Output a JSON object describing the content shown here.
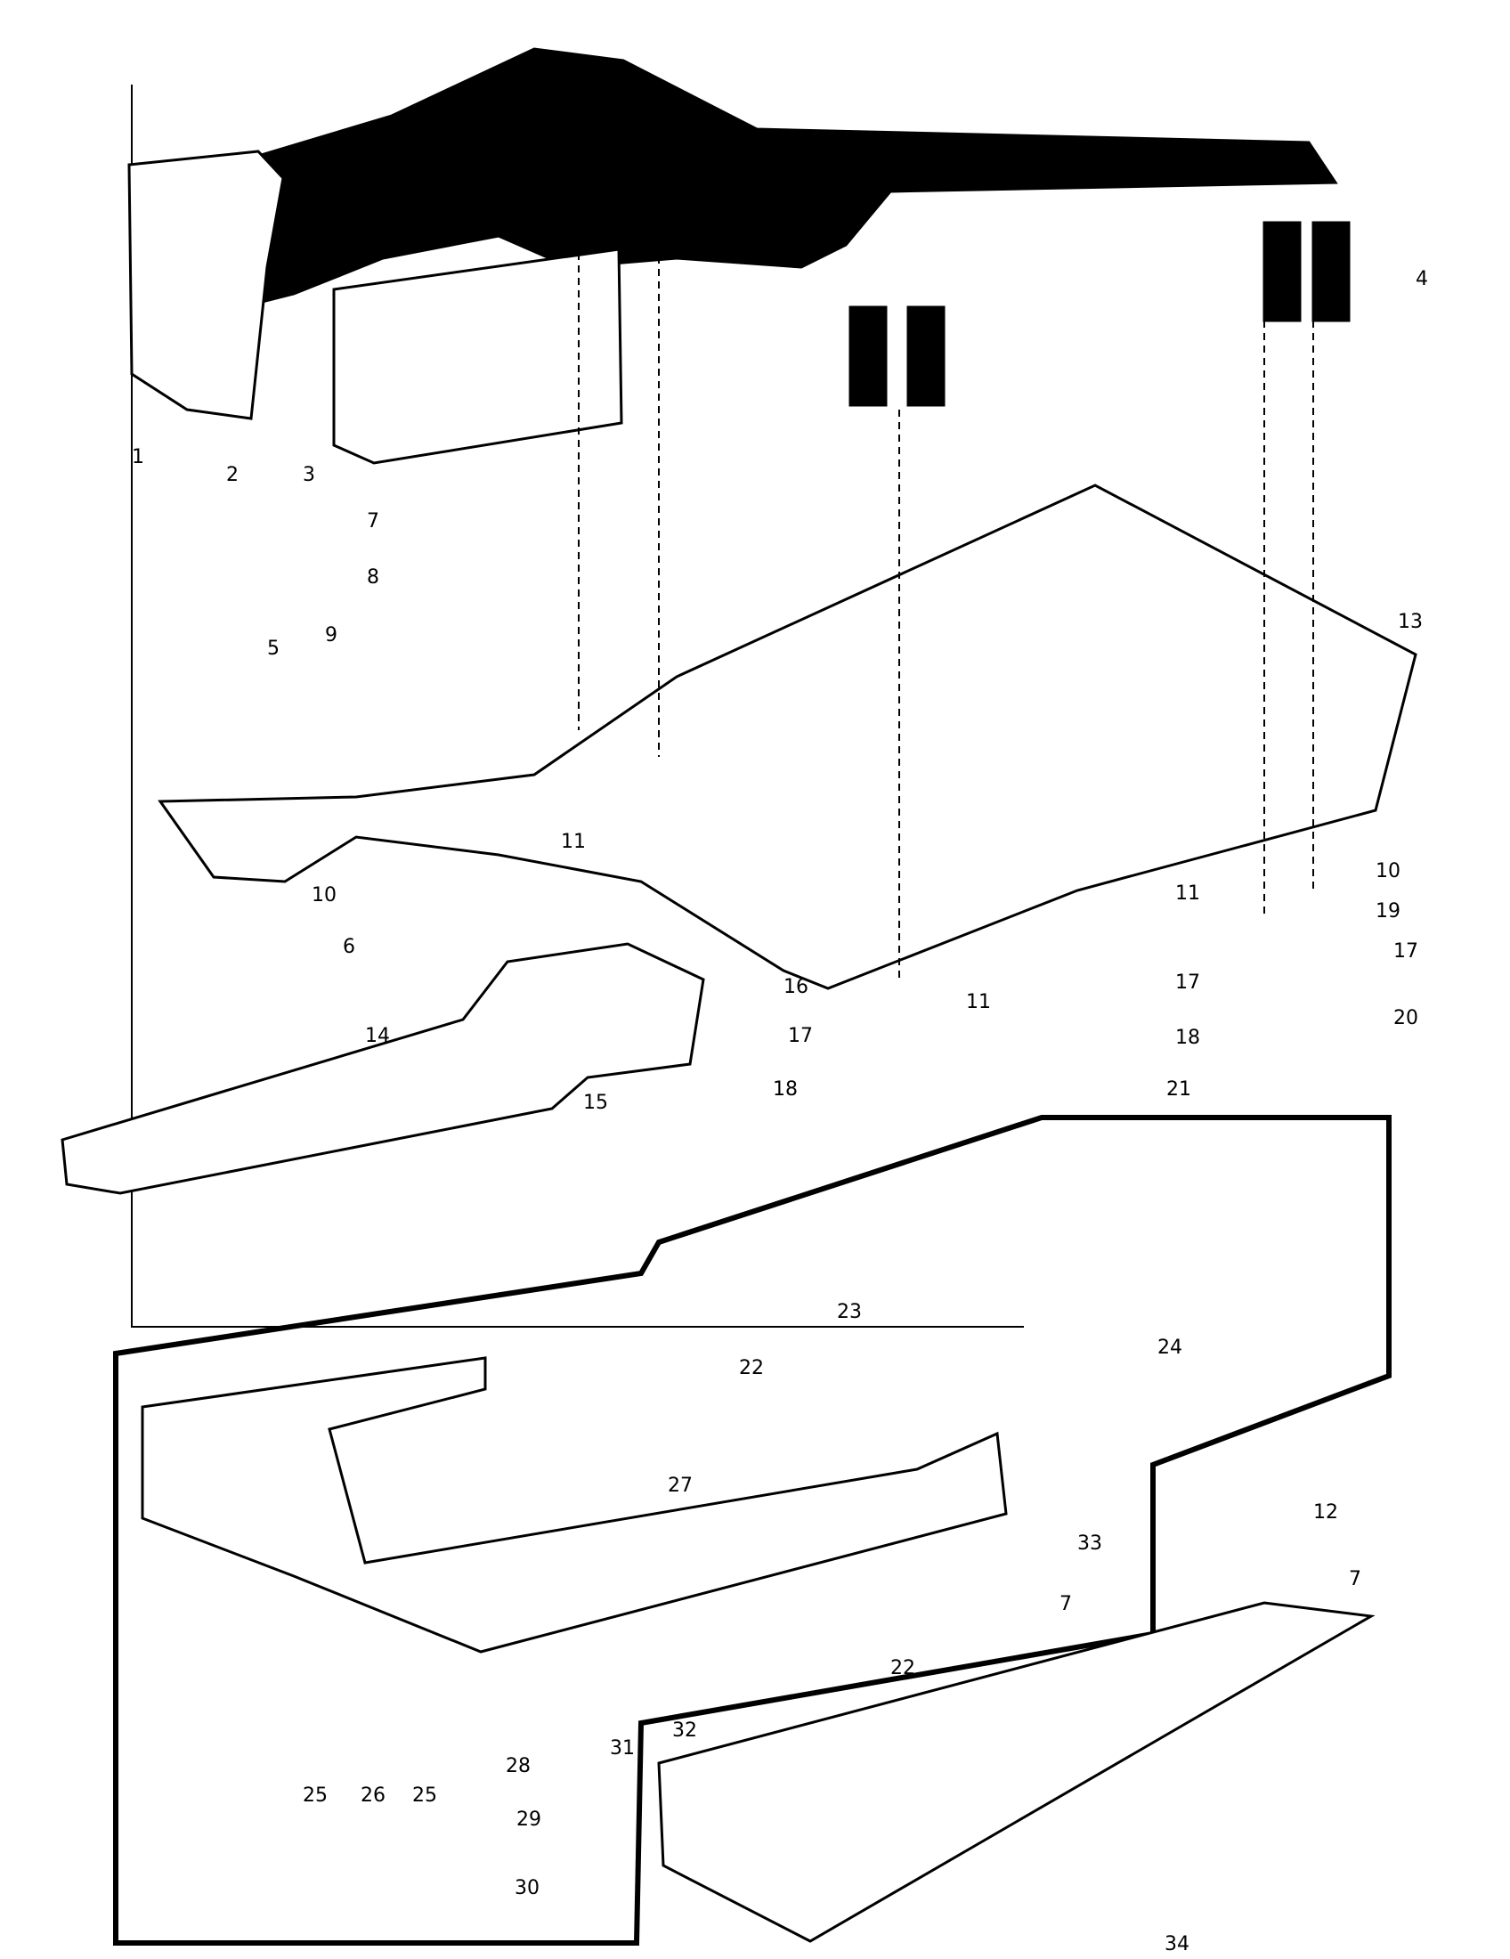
{
  "title": "Exploded parts diagram - sewing machine base / bed assembly",
  "callouts": [
    {
      "id": "1",
      "label": "1"
    },
    {
      "id": "2",
      "label": "2"
    },
    {
      "id": "3",
      "label": "3"
    },
    {
      "id": "4",
      "label": "4"
    },
    {
      "id": "5",
      "label": "5"
    },
    {
      "id": "6",
      "label": "6"
    },
    {
      "id": "7a",
      "label": "7"
    },
    {
      "id": "8",
      "label": "8"
    },
    {
      "id": "9",
      "label": "9"
    },
    {
      "id": "10a",
      "label": "10"
    },
    {
      "id": "10b",
      "label": "10"
    },
    {
      "id": "11a",
      "label": "11"
    },
    {
      "id": "11b",
      "label": "11"
    },
    {
      "id": "11c",
      "label": "11"
    },
    {
      "id": "12",
      "label": "12"
    },
    {
      "id": "13",
      "label": "13"
    },
    {
      "id": "14",
      "label": "14"
    },
    {
      "id": "15",
      "label": "15"
    },
    {
      "id": "16",
      "label": "16"
    },
    {
      "id": "17a",
      "label": "17"
    },
    {
      "id": "17b",
      "label": "17"
    },
    {
      "id": "17c",
      "label": "17"
    },
    {
      "id": "18a",
      "label": "18"
    },
    {
      "id": "18b",
      "label": "18"
    },
    {
      "id": "19",
      "label": "19"
    },
    {
      "id": "20",
      "label": "20"
    },
    {
      "id": "21",
      "label": "21"
    },
    {
      "id": "22a",
      "label": "22"
    },
    {
      "id": "22b",
      "label": "22"
    },
    {
      "id": "23",
      "label": "23"
    },
    {
      "id": "24",
      "label": "24"
    },
    {
      "id": "25a",
      "label": "25"
    },
    {
      "id": "25b",
      "label": "25"
    },
    {
      "id": "26",
      "label": "26"
    },
    {
      "id": "27",
      "label": "27"
    },
    {
      "id": "28",
      "label": "28"
    },
    {
      "id": "29",
      "label": "29"
    },
    {
      "id": "30",
      "label": "30"
    },
    {
      "id": "31",
      "label": "31"
    },
    {
      "id": "32",
      "label": "32"
    },
    {
      "id": "33",
      "label": "33"
    },
    {
      "id": "7b",
      "label": "7"
    },
    {
      "id": "7c",
      "label": "7"
    },
    {
      "id": "34",
      "label": "34"
    }
  ]
}
